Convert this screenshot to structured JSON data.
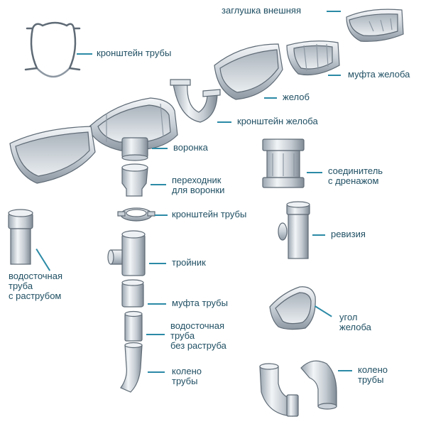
{
  "labels": {
    "end_cap": "заглушка внешняя",
    "pipe_bracket_top": "кронштейн трубы",
    "gutter_coupling": "муфта желоба",
    "gutter": "желоб",
    "gutter_bracket": "кронштейн желоба",
    "funnel": "воронка",
    "funnel_adapter": [
      "переходник",
      "для воронки"
    ],
    "drain_connector": [
      "соединитель",
      "с дренажом"
    ],
    "pipe_bracket_mid": "кронштейн трубы",
    "inspection": "ревизия",
    "downpipe_socket": [
      "водосточная",
      "труба",
      "с раструбом"
    ],
    "tee": "тройник",
    "pipe_coupling": "муфта трубы",
    "downpipe_plain": [
      "водосточная",
      "труба",
      "без раструба"
    ],
    "gutter_corner": [
      "угол",
      "желоба"
    ],
    "elbow_small": [
      "колено",
      "трубы"
    ],
    "elbow_large": [
      "колено",
      "трубы"
    ]
  },
  "colors": {
    "label_text": "#1f4f63",
    "leader": "#2b8aa6",
    "metal_light": "#eef1f4",
    "metal_mid": "#c3cad2",
    "metal_dark": "#7f8a95",
    "outline": "#5e6a75"
  }
}
